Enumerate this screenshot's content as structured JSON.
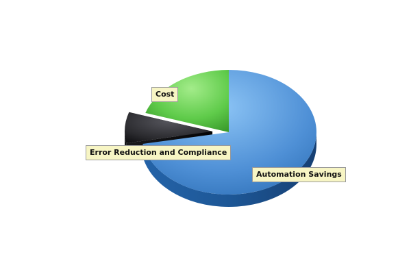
{
  "chart_data": {
    "type": "pie",
    "title": "",
    "slices": [
      {
        "label": "Automation Savings",
        "value": 72,
        "color": "#5a9ee0"
      },
      {
        "label": "Error Reduction and Compliance",
        "value": 8,
        "color": "#2a2a2e"
      },
      {
        "label": "Cost",
        "value": 20,
        "color": "#5dcb4a"
      }
    ]
  }
}
